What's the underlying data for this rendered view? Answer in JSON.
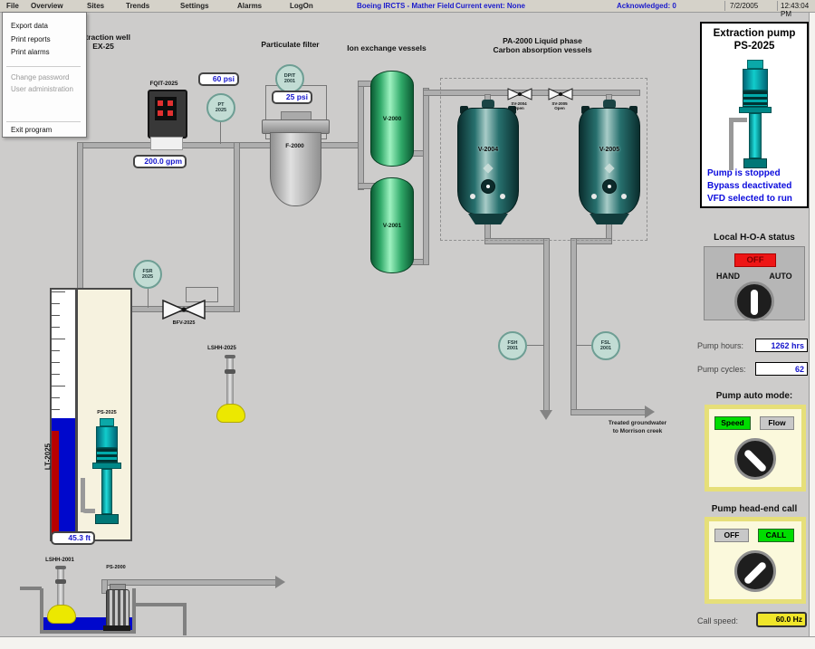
{
  "menu_bar": {
    "items": [
      "File",
      "Overview",
      "Sites",
      "Trends",
      "Settings",
      "Alarms",
      "LogOn"
    ],
    "title": "Boeing IRCTS - Mather Field",
    "current_event": "Current event: None",
    "acknowledged": "Acknowledged: 0",
    "date": "7/2/2005",
    "time": "12:43:04 PM"
  },
  "file_menu": {
    "items": [
      {
        "label": "Export data"
      },
      {
        "label": "Print reports"
      },
      {
        "label": "Print alarms"
      },
      {
        "label": "Change password"
      },
      {
        "label": "User administration"
      },
      {
        "label": "Exit program"
      }
    ]
  },
  "diagram": {
    "well_label_line1": "Extraction well",
    "well_label_line2": "EX-25",
    "particulate_filter_label": "Particulate filter",
    "ion_exchange_label": "Ion exchange vessels",
    "carbon_label_line1": "PA-2000 Liquid phase",
    "carbon_label_line2": "Carbon absorption vessels",
    "treated_line1": "Treated groundwater",
    "treated_line2": "to Morrison creek",
    "fqit_tag": "FQIT-2025",
    "flow_value": "200.0 gpm",
    "pt_tag_l1": "PT",
    "pt_tag_l2": "2025",
    "pressure_value": "60 psi",
    "dpit_tag_l1": "DPIT",
    "dpit_tag_l2": "2001",
    "dp_value": "25 psi",
    "fsr_tag_l1": "FSR",
    "fsr_tag_l2": "2025",
    "fsh_tag_l1": "FSH",
    "fsh_tag_l2": "2001",
    "fsl_tag_l1": "FSL",
    "fsl_tag_l2": "2001",
    "filter_tag": "F-2000",
    "ix_vessel1": "V-2000",
    "ix_vessel2": "V-2001",
    "carbon_vessel1": "V-2004",
    "carbon_vessel2": "V-2005",
    "valve_label": "BFV-2025",
    "carbon_valve1_l1": "SV-2004",
    "carbon_valve1_l2": "Open",
    "carbon_valve2_l1": "SV-2005",
    "carbon_valve2_l2": "Open",
    "lt_tag": "LT-2025",
    "level_value": "45.3 ft",
    "lshh_well_tag": "LSHH-2025",
    "lshh_sump_tag": "LSHH-2001",
    "well_pump_tag": "PS-2025",
    "sump_pump_tag": "PS-2000"
  },
  "pump_panel": {
    "title_line1": "Extraction pump",
    "title_line2": "PS-2025",
    "status_line1": "Pump is stopped",
    "status_line2": "Bypass deactivated",
    "status_line3": "VFD selected to run",
    "hoa_title": "Local H-O-A status",
    "hoa_off": "OFF",
    "hoa_hand": "HAND",
    "hoa_auto": "AUTO",
    "hours_label": "Pump hours:",
    "hours_value": "1262 hrs",
    "cycles_label": "Pump cycles:",
    "cycles_value": "62",
    "auto_mode_title": "Pump auto mode:",
    "auto_speed": "Speed",
    "auto_flow": "Flow",
    "headend_title": "Pump head-end call",
    "headend_off": "OFF",
    "headend_call": "CALL",
    "call_speed_label": "Call speed:",
    "call_speed_value": "60.0 Hz"
  },
  "colors": {
    "accent_blue": "#1414cc",
    "alarm_red": "#ee1515",
    "ok_green": "#00dd00",
    "vessel_green": "#2fa868",
    "tank_teal": "#27706e",
    "water_blue": "#0008cc",
    "panel_yellow": "#fbf9dc"
  }
}
